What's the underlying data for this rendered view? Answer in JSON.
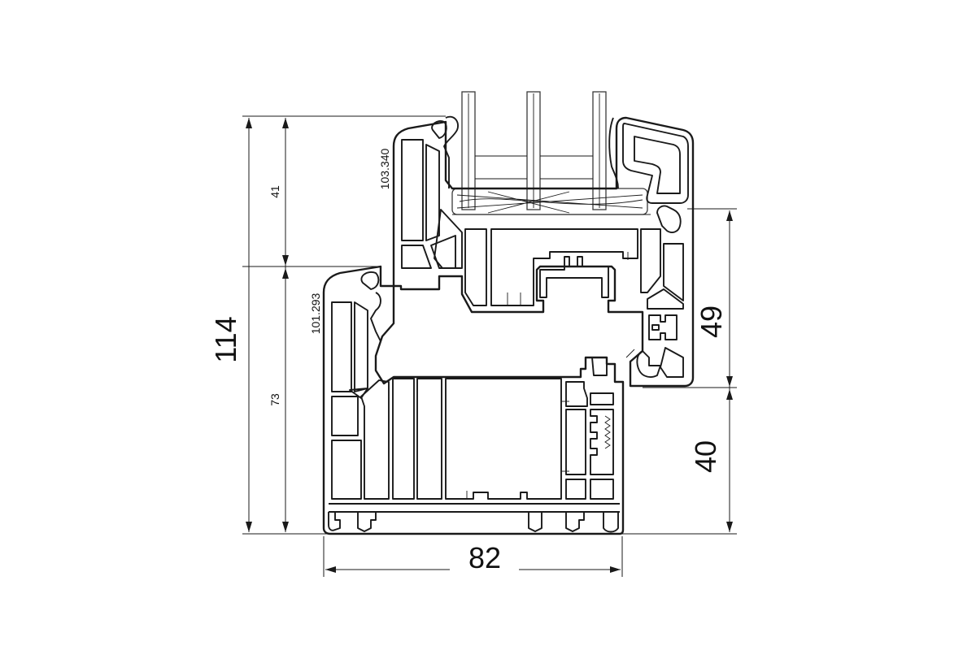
{
  "dimensions": {
    "total_height": "114",
    "upper_height": "41",
    "lower_height": "73",
    "sash_height": "49",
    "frame_height": "40",
    "width": "82",
    "ref_upper": "103.340",
    "ref_lower": "101.293"
  }
}
